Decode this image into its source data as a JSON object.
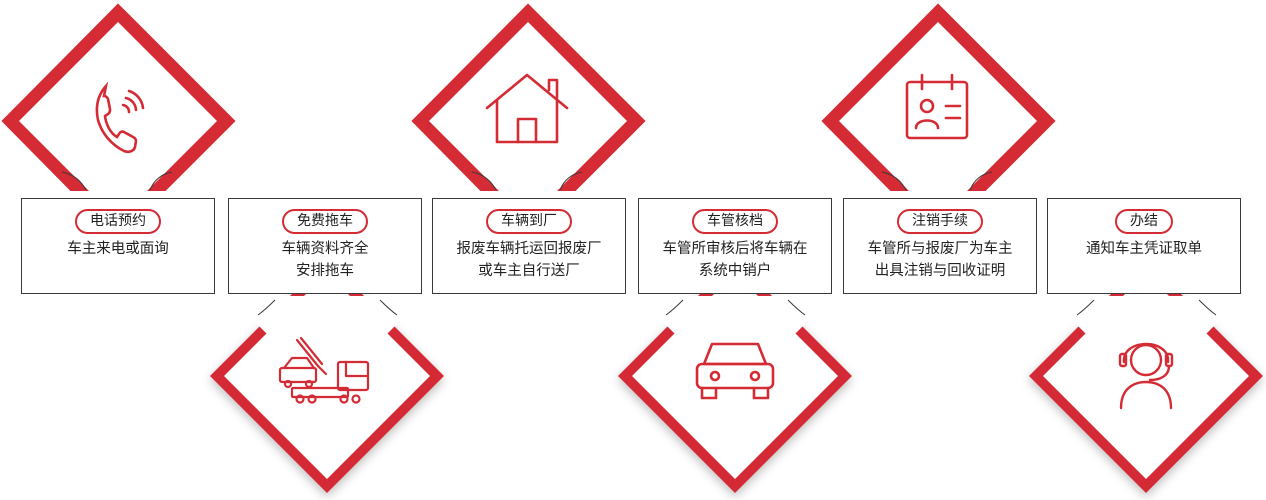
{
  "accent_color": "#d42b35",
  "steps": [
    {
      "title": "电话预约",
      "desc": "车主来电或面询",
      "icon": "phone-icon",
      "icon_position": "top"
    },
    {
      "title": "免费拖车",
      "desc": "车辆资料齐全\n安排拖车",
      "icon": "tow-truck-icon",
      "icon_position": "bottom"
    },
    {
      "title": "车辆到厂",
      "desc": "报废车辆托运回报废厂\n或车主自行送厂",
      "icon": "house-icon",
      "icon_position": "top"
    },
    {
      "title": "车管核档",
      "desc": "车管所审核后将车辆在\n系统中销户",
      "icon": "car-icon",
      "icon_position": "bottom"
    },
    {
      "title": "注销手续",
      "desc": "车管所与报废厂为车主\n出具注销与回收证明",
      "icon": "id-card-calendar-icon",
      "icon_position": "top"
    },
    {
      "title": "办结",
      "desc": "通知车主凭证取单",
      "icon": "headset-agent-icon",
      "icon_position": "bottom"
    }
  ]
}
